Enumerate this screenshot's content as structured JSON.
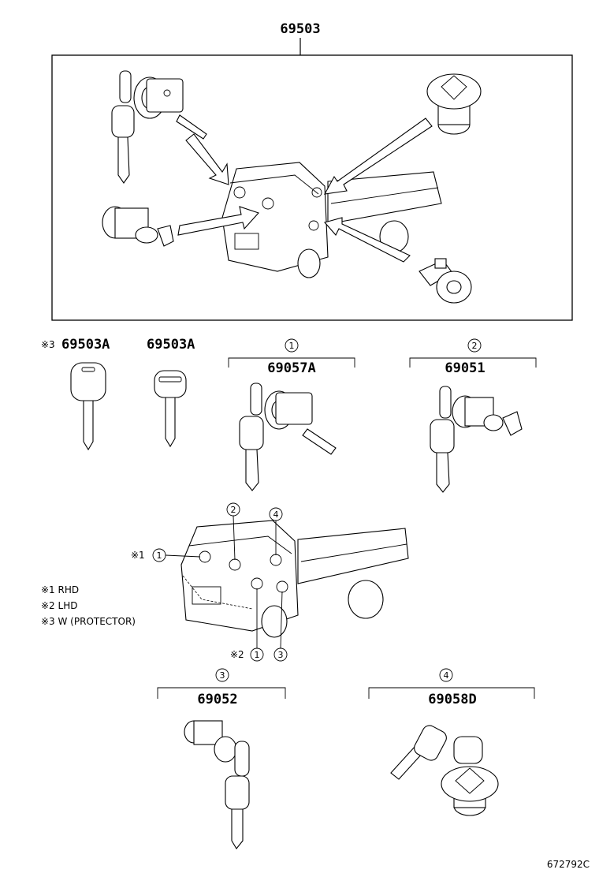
{
  "parts": {
    "set": "69503",
    "key_protector": "69503A",
    "key_plain": "69503A",
    "ignition": "69057A",
    "door_lock": "69051",
    "side_lock": "69052",
    "fuel_cap": "69058D"
  },
  "markers": {
    "key_protector": "※3",
    "rhd_marker": "※1",
    "lhd_marker": "※2"
  },
  "callouts": {
    "c1": "1",
    "c2": "2",
    "c3": "3",
    "c4": "4",
    "truck_c1": "1",
    "truck_c2": "2",
    "truck_c3": "3",
    "truck_c4": "4",
    "truck_c1b": "1"
  },
  "legend": {
    "l1": "※1 RHD",
    "l2": "※2 LHD",
    "l3": "※3 W (PROTECTOR)"
  },
  "diagram_code": "672792C"
}
